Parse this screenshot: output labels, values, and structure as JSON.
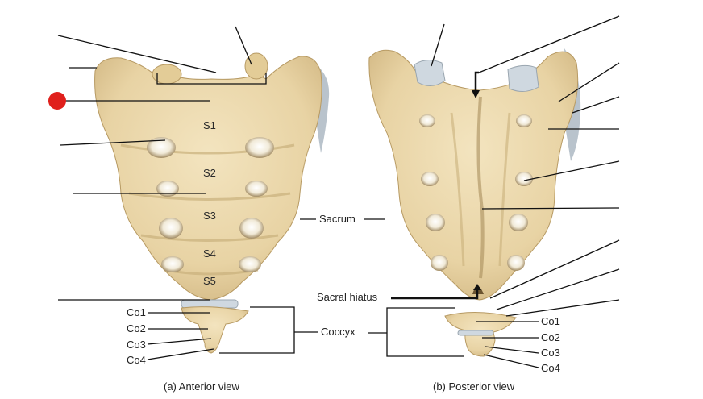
{
  "anterior": {
    "caption": "(a) Anterior view",
    "segments": [
      "S1",
      "S2",
      "S3",
      "S4",
      "S5"
    ],
    "coccyx_labels": [
      "Co1",
      "Co2",
      "Co3",
      "Co4"
    ],
    "sacrum_label": "Sacrum",
    "coccyx_label": "Coccyx"
  },
  "posterior": {
    "caption": "(b) Posterior view",
    "hiatus_label": "Sacral hiatus",
    "coccyx_labels": [
      "Co1",
      "Co2",
      "Co3",
      "Co4"
    ]
  },
  "colors": {
    "bone": "#ecd9ae",
    "bone_shadow": "#c9b07c",
    "bone_dark": "#a88e5c",
    "cartilage": "#cfd8e0",
    "line": "#111111",
    "marker": "#e0201c"
  }
}
